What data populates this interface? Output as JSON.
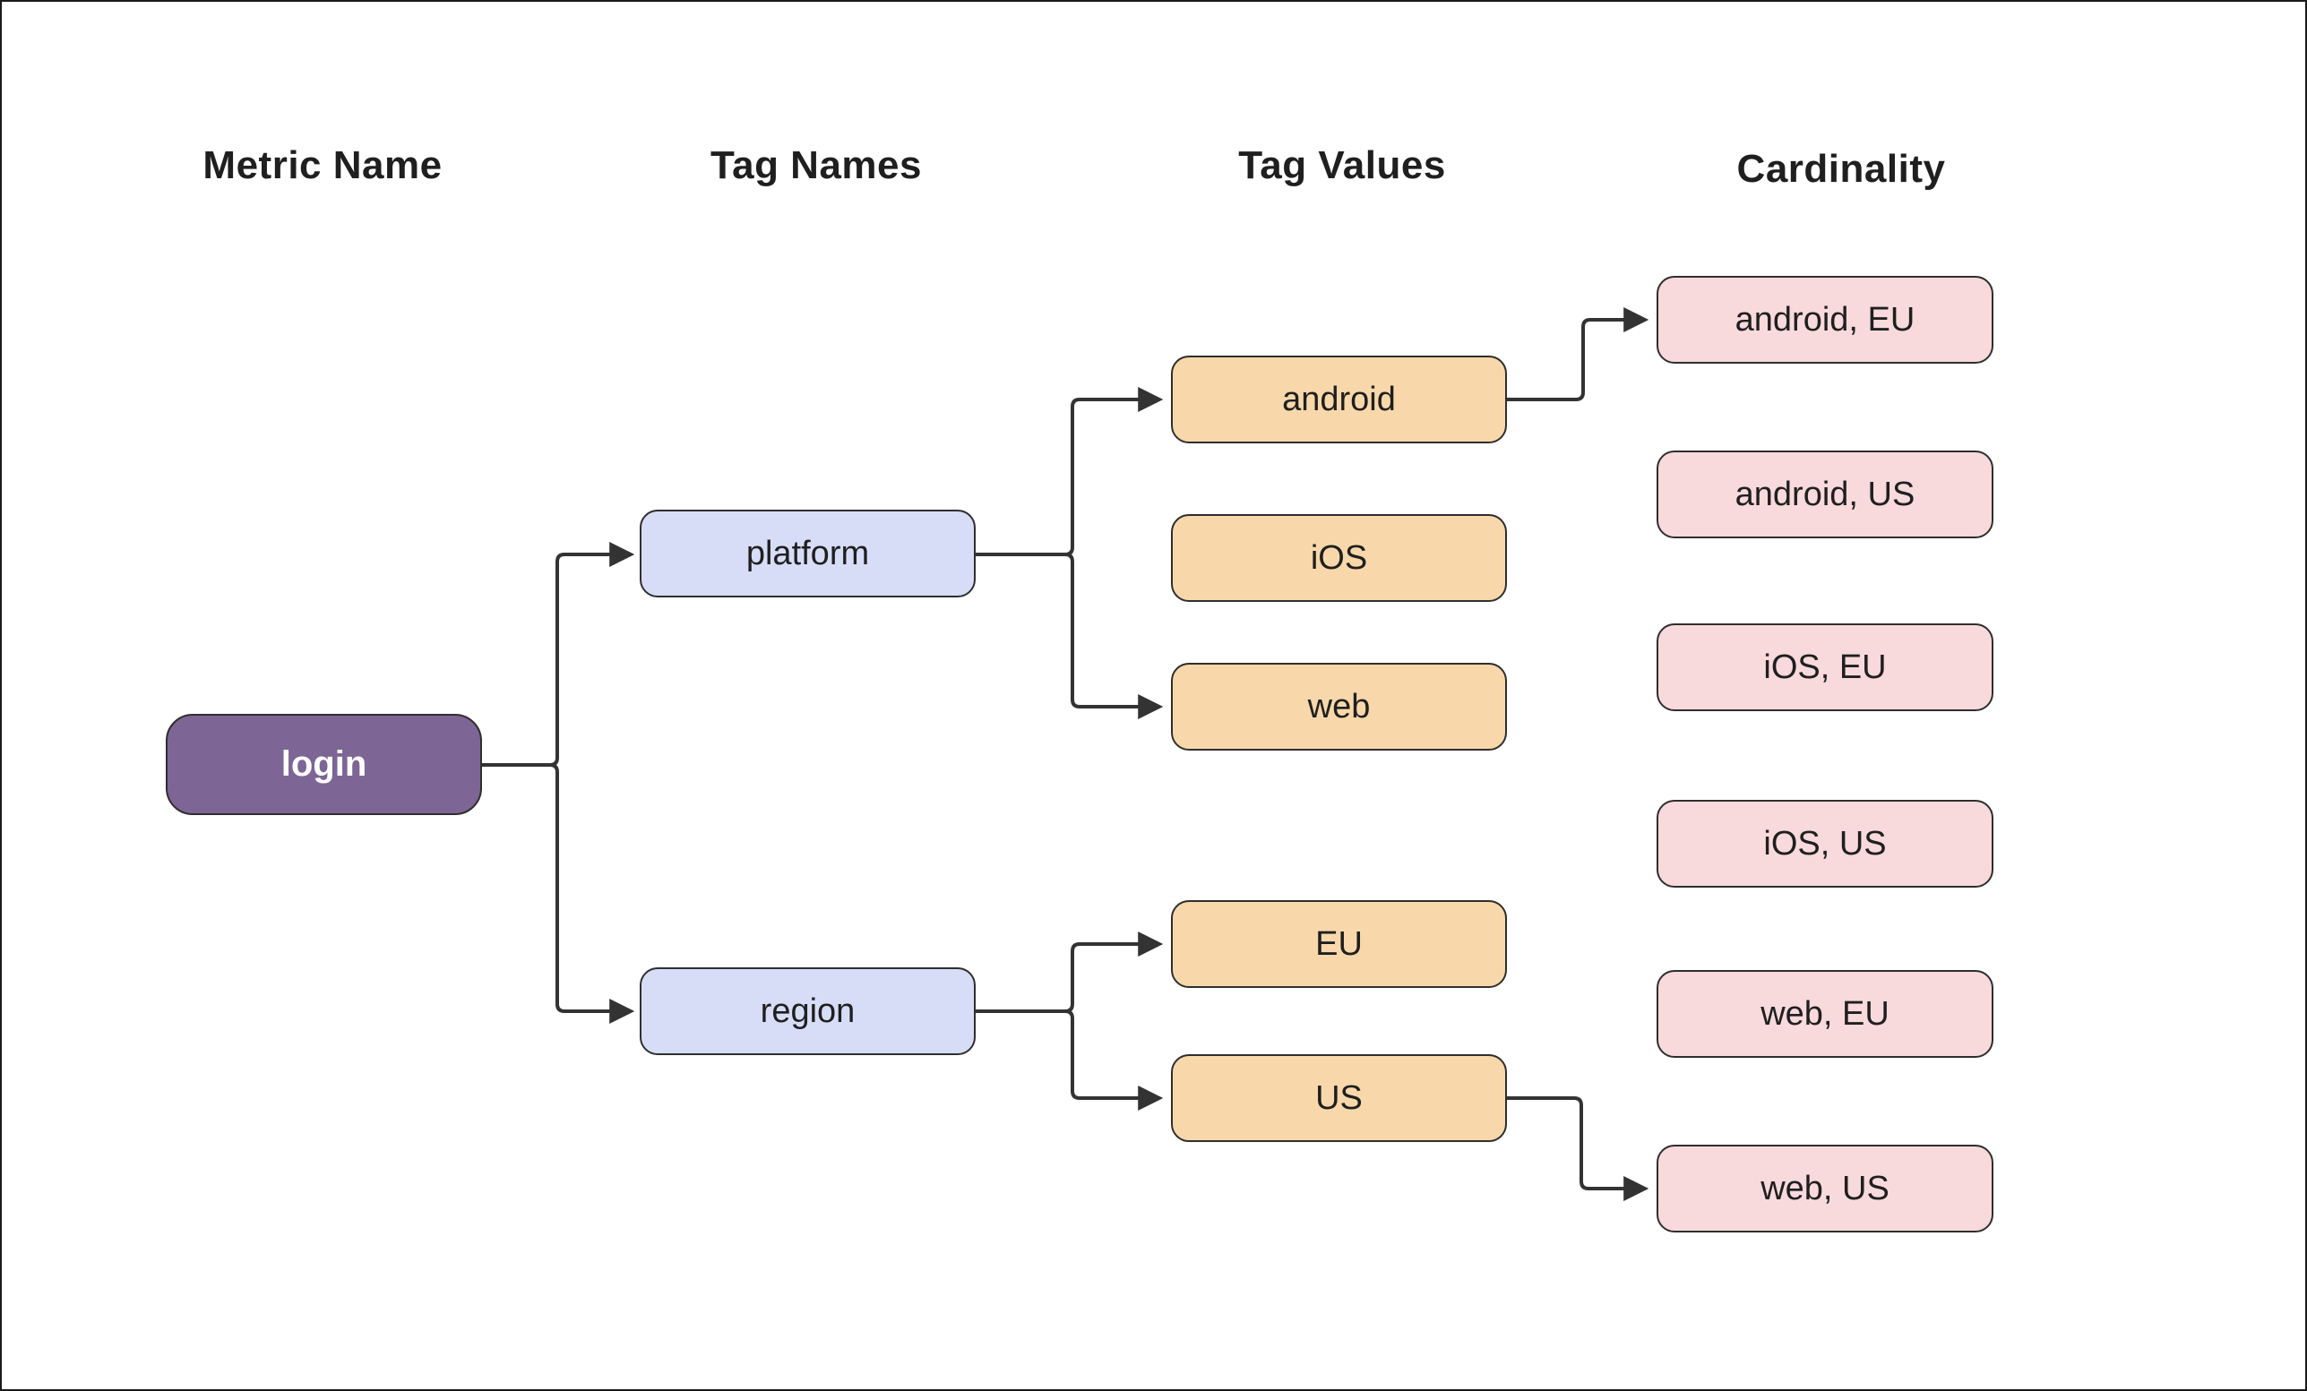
{
  "diagram": {
    "column_headers": [
      {
        "id": "metric-name",
        "label": "Metric Name"
      },
      {
        "id": "tag-names",
        "label": "Tag Names"
      },
      {
        "id": "tag-values",
        "label": "Tag Values"
      },
      {
        "id": "cardinality",
        "label": "Cardinality"
      }
    ],
    "nodes": {
      "login": {
        "label": "login",
        "type": "metric"
      },
      "platform": {
        "label": "platform",
        "type": "tag-name"
      },
      "region": {
        "label": "region",
        "type": "tag-name"
      },
      "android": {
        "label": "android",
        "type": "tag-value"
      },
      "ios": {
        "label": "iOS",
        "type": "tag-value"
      },
      "web": {
        "label": "web",
        "type": "tag-value"
      },
      "eu": {
        "label": "EU",
        "type": "tag-value"
      },
      "us": {
        "label": "US",
        "type": "tag-value"
      },
      "android_eu": {
        "label": "android, EU",
        "type": "cardinality"
      },
      "android_us": {
        "label": "android, US",
        "type": "cardinality"
      },
      "ios_eu": {
        "label": "iOS, EU",
        "type": "cardinality"
      },
      "ios_us": {
        "label": "iOS, US",
        "type": "cardinality"
      },
      "web_eu": {
        "label": "web, EU",
        "type": "cardinality"
      },
      "web_us": {
        "label": "web, US",
        "type": "cardinality"
      }
    },
    "edges": [
      {
        "from": "login",
        "to": "platform",
        "arrow": true
      },
      {
        "from": "login",
        "to": "region",
        "arrow": true
      },
      {
        "from": "platform",
        "to": "android",
        "arrow": true
      },
      {
        "from": "platform",
        "to": "web",
        "arrow": true
      },
      {
        "from": "region",
        "to": "eu",
        "arrow": true
      },
      {
        "from": "region",
        "to": "us",
        "arrow": true
      },
      {
        "from": "android",
        "to": "android_eu",
        "arrow": true
      },
      {
        "from": "us",
        "to": "web_us",
        "arrow": true
      }
    ],
    "colors": {
      "metric_fill": "#7d6595",
      "metric_text": "#ffffff",
      "tag_name_fill": "#d8ddf7",
      "tag_value_fill": "#f8d8aa",
      "cardinality_fill": "#f8d9dc",
      "node_border": "#2e2e2e",
      "edge": "#333333",
      "text": "#1f1f1f",
      "background": "#ffffff",
      "frame": "#1a1a1a"
    }
  }
}
